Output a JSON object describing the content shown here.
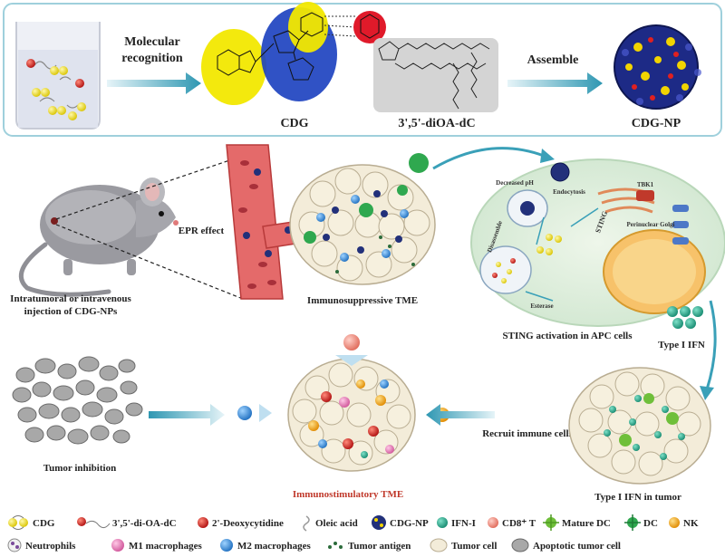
{
  "top_panel": {
    "molecular_recognition": [
      "Molecular",
      "recognition"
    ],
    "cdg": "CDG",
    "diOA": "3',5'-diOA-dC",
    "assemble": "Assemble",
    "cdg_np": "CDG-NP"
  },
  "middle": {
    "mouse_caption": [
      "Intratumoral or intravenous",
      "injection of CDG-NPs"
    ],
    "epr": "EPR effect",
    "immunosuppressive": "Immunosuppressive  TME",
    "sting_caption": "STING activation in APC cells",
    "decreased_ph": "Decreased pH",
    "endocytosis": "Endocytosis",
    "disassemble": "Disassemble",
    "esterase": "Esterase",
    "sting": "STING",
    "tbk1": "TBK1",
    "perinuclear_golgi": "Perinuclear Golgi",
    "type1_ifn": "Type I IFN"
  },
  "bottom": {
    "tumor_inhibition": "Tumor inhibition",
    "immunostimulatory": "Immunostimulatory TME",
    "recruit": "Recruit immune cells",
    "type1_ifn_tumor": "Type I IFN in tumor"
  },
  "legend_row1": [
    "CDG",
    "3',5'-di-OA-dC",
    "2'-Deoxycytidine",
    "Oleic acid",
    "CDG-NP",
    "IFN-I",
    "CD8⁺ T",
    "Mature DC",
    "DC",
    "NK"
  ],
  "legend_row2": [
    "Neutrophils",
    "M1 macrophages",
    "M2 macrophages",
    "Tumor antigen",
    "Tumor cell",
    "Apoptotic tumor cell"
  ],
  "colors": {
    "arrow": "#3aa0b8",
    "np_blue": "#22307a",
    "tumor_cell": "#f3ecd9",
    "vessel": "#e06060"
  }
}
